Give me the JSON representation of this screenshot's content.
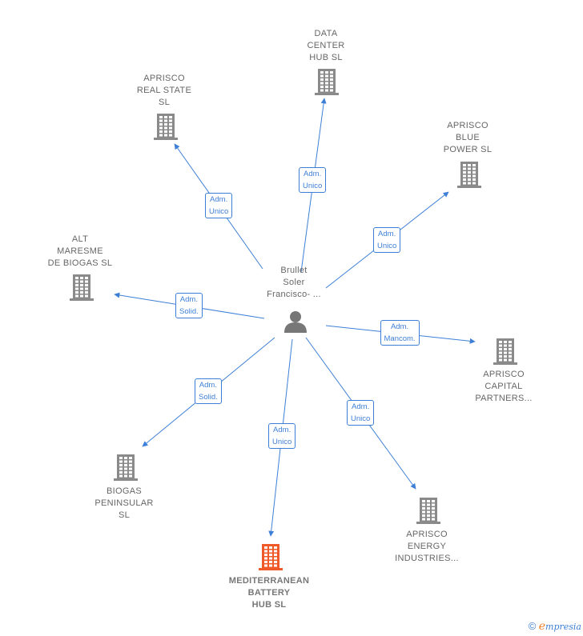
{
  "colors": {
    "edge": "#3d7fd6",
    "company_icon": "#8a8a8a",
    "main_company_icon": "#f05a28",
    "person_icon": "#777777",
    "label_text": "#666666"
  },
  "center": {
    "name_lines": [
      "Brullet",
      "Soler",
      "Francisco- ..."
    ],
    "icon": "person-icon"
  },
  "nodes": [
    {
      "id": "data-center",
      "name_lines": [
        "DATA",
        "CENTER",
        "HUB  SL"
      ],
      "icon": "building-icon",
      "edge_lines": [
        "Adm.",
        "Unico"
      ]
    },
    {
      "id": "aprisco-real-state",
      "name_lines": [
        "APRISCO",
        "REAL STATE",
        "SL"
      ],
      "icon": "building-icon",
      "edge_lines": [
        "Adm.",
        "Unico"
      ]
    },
    {
      "id": "aprisco-blue-power",
      "name_lines": [
        "APRISCO",
        "BLUE",
        "POWER  SL"
      ],
      "icon": "building-icon",
      "edge_lines": [
        "Adm.",
        "Unico"
      ]
    },
    {
      "id": "alt-maresme",
      "name_lines": [
        "ALT",
        "MARESME",
        "DE BIOGAS  SL"
      ],
      "icon": "building-icon",
      "edge_lines": [
        "Adm.",
        "Solid."
      ]
    },
    {
      "id": "aprisco-capital",
      "name_lines": [
        "APRISCO",
        "CAPITAL",
        "PARTNERS..."
      ],
      "icon": "building-icon",
      "edge_lines": [
        "Adm.",
        "Mancom."
      ]
    },
    {
      "id": "biogas-peninsular",
      "name_lines": [
        "BIOGAS",
        "PENINSULAR",
        "SL"
      ],
      "icon": "building-icon",
      "edge_lines": [
        "Adm.",
        "Solid."
      ]
    },
    {
      "id": "aprisco-energy",
      "name_lines": [
        "APRISCO",
        "ENERGY",
        "INDUSTRIES..."
      ],
      "icon": "building-icon",
      "edge_lines": [
        "Adm.",
        "Unico"
      ]
    },
    {
      "id": "mediterranean-battery",
      "name_lines": [
        "MEDITERRANEAN",
        "BATTERY",
        "HUB  SL"
      ],
      "icon": "building-icon",
      "edge_lines": [
        "Adm.",
        "Unico"
      ],
      "main": true
    }
  ],
  "footer": {
    "copyright_symbol": "©",
    "brand_initial": "e",
    "brand_rest": "mpresia"
  }
}
